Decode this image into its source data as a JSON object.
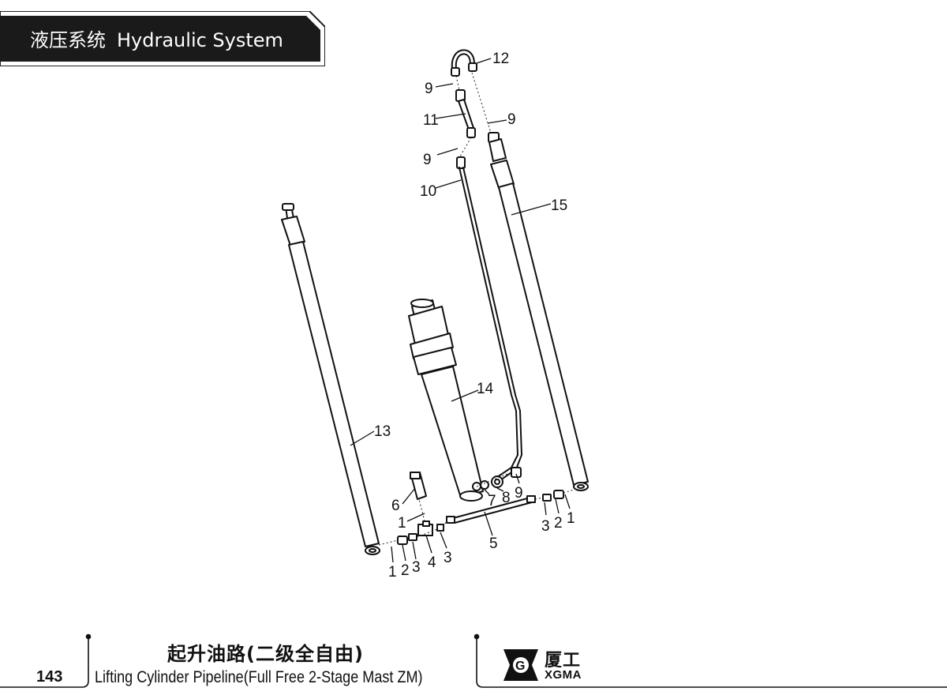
{
  "header": {
    "title_cn": "液压系统",
    "title_en": "Hydraulic System"
  },
  "diagram": {
    "callouts": [
      "1",
      "2",
      "3",
      "4",
      "3",
      "5",
      "6",
      "1",
      "7",
      "8",
      "9",
      "3",
      "2",
      "1",
      "9",
      "10",
      "9",
      "11",
      "9",
      "12",
      "13",
      "14",
      "15"
    ]
  },
  "footer": {
    "page_number": "143",
    "title_cn": "起升油路(二级全自由)",
    "title_en": "Lifting Cylinder Pipeline(Full Free 2-Stage Mast ZM)",
    "logo_cn": "厦工",
    "logo_en": "XGMA"
  }
}
